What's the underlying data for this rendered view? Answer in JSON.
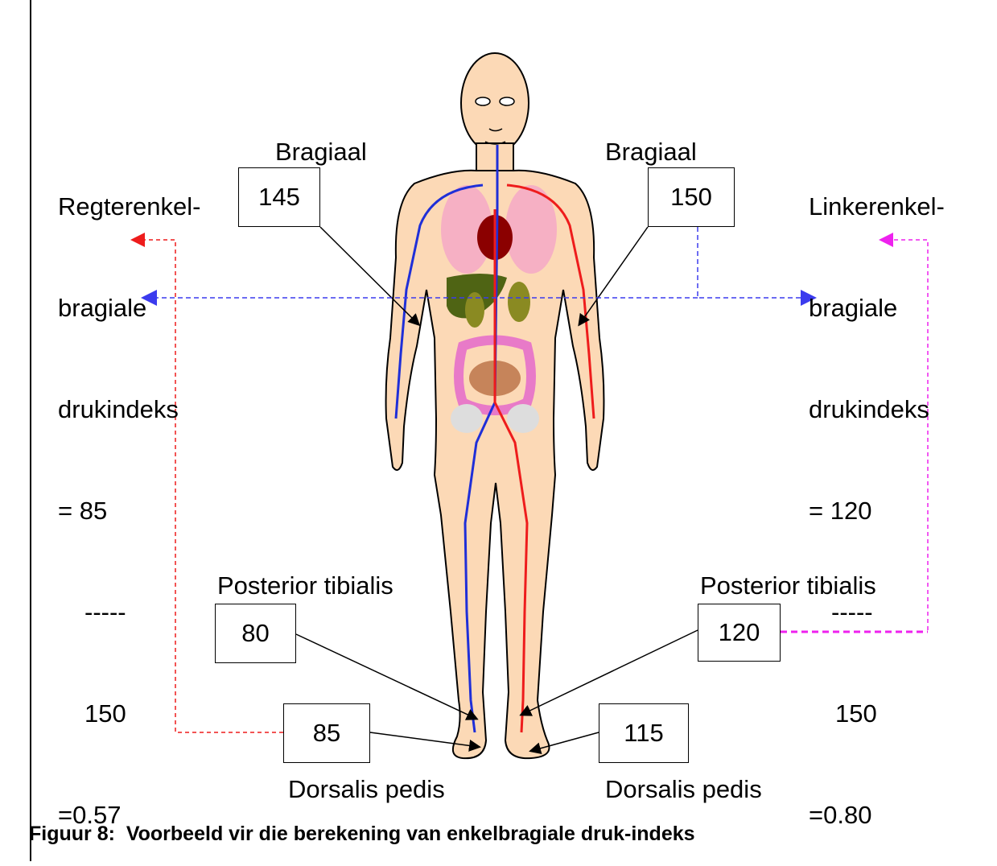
{
  "left_calc": {
    "lines": [
      "Regterenkel-",
      "bragiale",
      "drukindeks",
      "= 85",
      "-----",
      "150",
      "=0.57"
    ]
  },
  "right_calc": {
    "lines": [
      "Linkerenkel-",
      "bragiale",
      "drukindeks",
      "= 120",
      "-----",
      "150",
      "=0.80"
    ]
  },
  "labels": {
    "brachial_left": "Bragiaal",
    "brachial_right": "Bragiaal",
    "posterior_left": "Posterior tibialis",
    "posterior_right": "Posterior tibialis",
    "dorsalis_left": "Dorsalis pedis",
    "dorsalis_right": "Dorsalis pedis"
  },
  "values": {
    "brachial_left": "145",
    "brachial_right": "150",
    "posterior_left": "80",
    "posterior_right": "120",
    "dorsalis_left": "85",
    "dorsalis_right": "115"
  },
  "colors": {
    "skin": "#fcd9b6",
    "vein": "#1f2fd8",
    "artery": "#ee1c1c",
    "dash_blue": "#3b3bee",
    "dash_red": "#ee1c1c",
    "dash_magenta": "#ee22ee",
    "lung": "#f6b0c4",
    "liver": "#4f6414",
    "kidney": "#8a8a22",
    "intestine": "#e87ac8",
    "small_intestine": "#c6845a"
  },
  "caption": "Figuur 8:  Voorbeeld vir die berekening van enkelbragiale druk-indeks"
}
